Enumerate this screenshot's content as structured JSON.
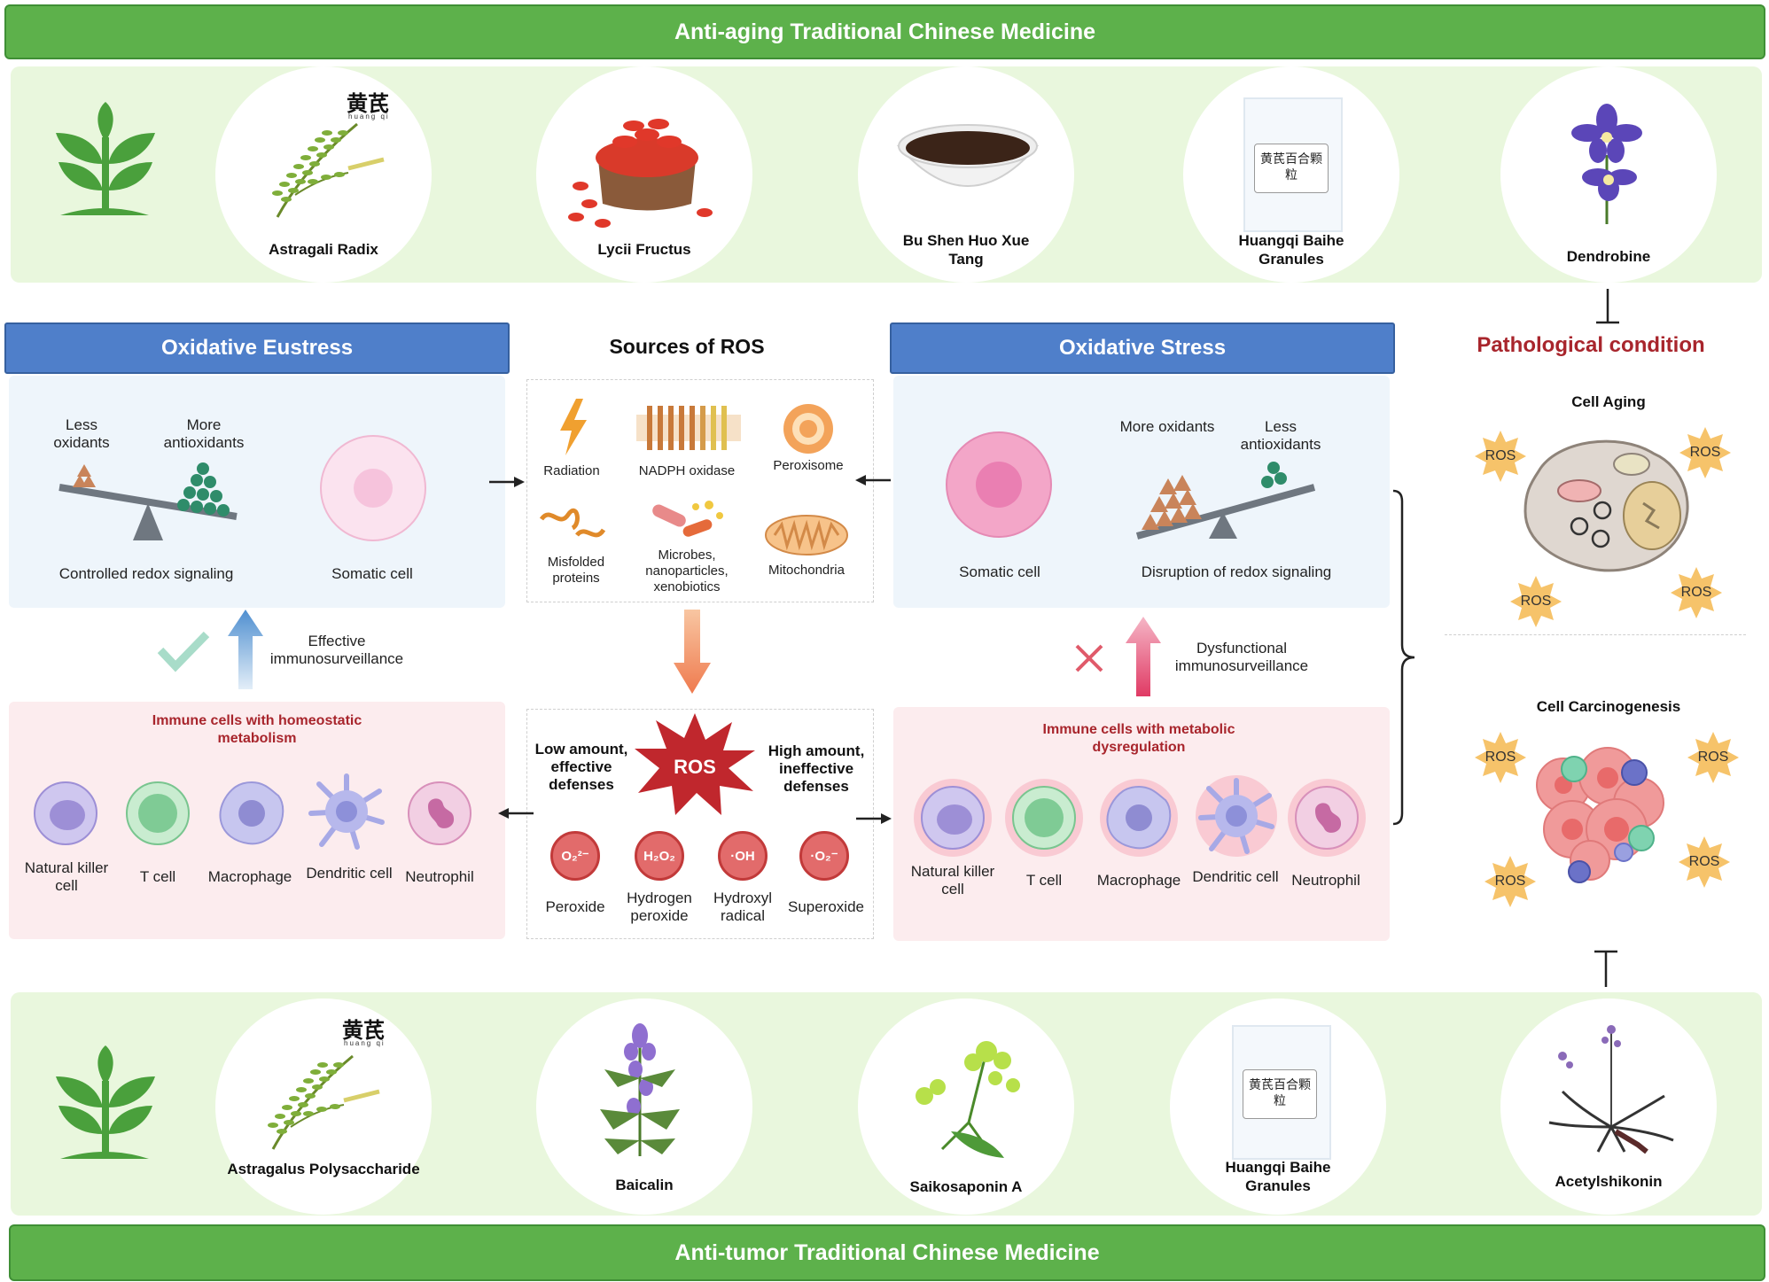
{
  "top_bar": {
    "title": "Anti-aging Traditional Chinese Medicine"
  },
  "bottom_bar": {
    "title": "Anti-tumor Traditional Chinese Medicine"
  },
  "top_herbs": [
    {
      "label": "Astragali Radix"
    },
    {
      "label": "Lycii Fructus"
    },
    {
      "label": "Bu Shen Huo Xue Tang"
    },
    {
      "label": "Huangqi Baihe Granules"
    },
    {
      "label": "Dendrobine"
    }
  ],
  "bottom_herbs": [
    {
      "label": "Astragalus Polysaccharide"
    },
    {
      "label": "Baicalin"
    },
    {
      "label": "Saikosaponin A"
    },
    {
      "label": "Huangqi Baihe Granules"
    },
    {
      "label": "Acetylshikonin"
    }
  ],
  "herb_image_text": {
    "astragalus_chars": "黄芪",
    "astragalus_pinyin": "huang qi",
    "granule_pack": "黄芪百合颗粒"
  },
  "eustress": {
    "title": "Oxidative Eustress",
    "less_oxidants": "Less oxidants",
    "more_antioxidants": "More antioxidants",
    "signaling": "Controlled redox signaling",
    "somatic": "Somatic cell",
    "surveillance": "Effective immunosurveillance",
    "immune_title": "Immune cells with homeostatic metabolism",
    "cells": [
      "Natural killer cell",
      "T cell",
      "Macrophage",
      "Dendritic cell",
      "Neutrophil"
    ]
  },
  "stress": {
    "title": "Oxidative Stress",
    "more_oxidants": "More oxidants",
    "less_antioxidants": "Less antioxidants",
    "signaling": "Disruption of redox signaling",
    "somatic": "Somatic cell",
    "surveillance": "Dysfunctional immunosurveillance",
    "immune_title": "Immune cells with metabolic dysregulation",
    "cells": [
      "Natural killer cell",
      "T cell",
      "Macrophage",
      "Dendritic cell",
      "Neutrophil"
    ]
  },
  "sources": {
    "title": "Sources of ROS",
    "items": [
      "Radiation",
      "NADPH oxidase",
      "Peroxisome",
      "Misfolded proteins",
      "Microbes, nanoparticles, xenobiotics",
      "Mitochondria"
    ],
    "low": "Low amount, effective defenses",
    "high": "High amount, ineffective defenses",
    "ros": "ROS",
    "species": [
      {
        "symbol": "O₂²⁻",
        "name": "Peroxide"
      },
      {
        "symbol": "H₂O₂",
        "name": "Hydrogen peroxide"
      },
      {
        "symbol": "·OH",
        "name": "Hydroxyl radical"
      },
      {
        "symbol": "·O₂⁻",
        "name": "Superoxide"
      }
    ]
  },
  "pathology": {
    "title": "Pathological condition",
    "aging": "Cell Aging",
    "carcinogenesis": "Cell Carcinogenesis",
    "ros_label": "ROS"
  },
  "colors": {
    "green_bar": "#5db14b",
    "herb_band": "#e9f7dd",
    "blue_header": "#4f7fca",
    "blue_panel": "#eef5fb",
    "pink_panel": "#fcecee",
    "ros_red": "#c0272d",
    "title_red": "#a8252c"
  }
}
